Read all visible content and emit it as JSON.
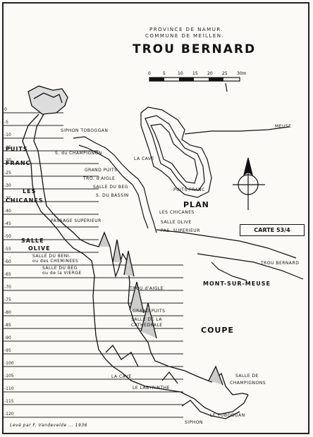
{
  "header": {
    "province": "PROVINCE DE NAMUR.",
    "commune": "COMMUNE DE MEILLEN.",
    "title": "TROU BERNARD",
    "scale_ticks": [
      "0",
      "5",
      "10",
      "15",
      "20",
      "25",
      "30m"
    ]
  },
  "depth_marks": [
    "0",
    "-5",
    "-10",
    "-15",
    "-20",
    "-25",
    "-30",
    "-35",
    "-40",
    "-45",
    "-50",
    "-55",
    "-60",
    "-65",
    "-70",
    "-75",
    "-80",
    "-85",
    "-90",
    "-95",
    "-100",
    "-105",
    "-110",
    "-115",
    "-120"
  ],
  "section_labels": {
    "puits": "PUITS",
    "franc": "FRANC",
    "les": "LES",
    "chicanes": "CHICANES",
    "salle": "SALLE",
    "olive": "OLIVE",
    "siphon_toboggan": "SIPHON    TOBOGGAN",
    "salle_champignons": "S. du CHAMPIGNON",
    "passage_superieur": "PASSAGE SUPERIEUR",
    "salle_benitiers": "SALLE DU BENI-",
    "cheminees": "ou des CHEMINEES",
    "salle_beg": "SALLE DU BEG",
    "vierge": "ou de la VIERGE",
    "trou_aigle": "TROU d'AIGLE",
    "grand_puits": "GRAND PUITS",
    "salle_cathedrale": "SALLE DE LA",
    "cathedrale": "CATHEDRALE",
    "la_cave": "LA CAVE",
    "le_labyrinthe": "LE LABYRINTHE",
    "salle_champignons2": "SALLE DE",
    "champignons2": "CHAMPIGNONS",
    "siphon": "SIPHON",
    "le_toboggan": "LE TOBOGGAN"
  },
  "plan_labels": {
    "la_cave": "LA CAVE",
    "grand_puits": "GRAND PUITS",
    "trou_aigle": "TRO. d'AIGLE",
    "salle_beg": "SALLE DU BEG",
    "s_bassin": "S. DU BASSIN",
    "puits_franc": "PUITS FRANC",
    "les_chicanes": "LES CHICANES",
    "salle_olive": "SALLE OLIVE",
    "pas_superieur": "PAS. SUPERIEUR",
    "plan": "PLAN",
    "meuse": "MEUSE",
    "trou_bernard": "TROU BERNARD",
    "mont_sur_meuse": "MONT-SUR-MEUSE"
  },
  "carte": "CARTE 53/4",
  "coupe": "COUPE",
  "credit": "Levé par F. Vandevelde ... 1936"
}
